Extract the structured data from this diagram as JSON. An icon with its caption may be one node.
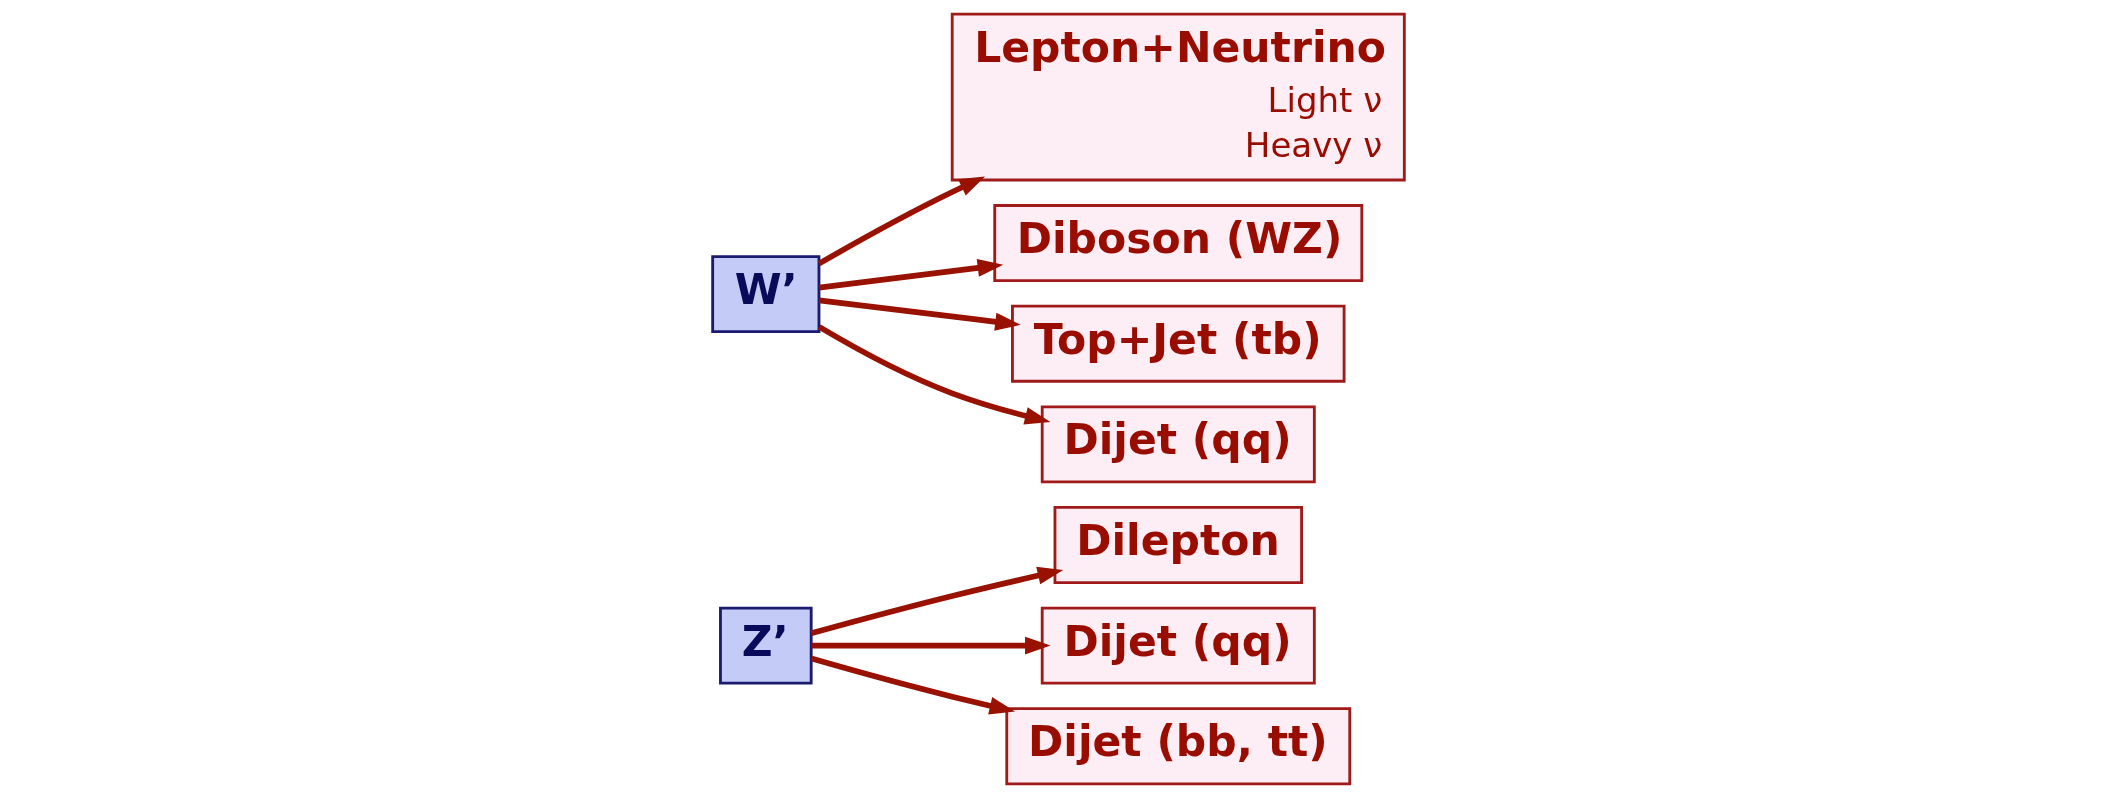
{
  "diagram": {
    "nodes": [
      {
        "text": [
          "Z’"
        ]
      },
      {
        "text": [
          "Dilepton"
        ]
      },
      {
        "text": [
          "Dijet (qq)"
        ]
      },
      {
        "text": [
          "Dijet (bb, tt)"
        ]
      },
      {
        "text": [
          "W’"
        ]
      },
      {
        "text": [
          "Lepton+Neutrino",
          "Light ν",
          "Heavy ν"
        ]
      },
      {
        "text": [
          "Diboson (WZ)"
        ]
      },
      {
        "text": [
          "Top+Jet (tb)"
        ]
      },
      {
        "text": [
          "Dijet (qq)"
        ]
      }
    ],
    "edges": [
      {
        "from": 0,
        "to": 1,
        "arrow": "to"
      },
      {
        "from": 0,
        "to": 2,
        "arrow": "to"
      },
      {
        "from": 0,
        "to": 3,
        "arrow": "to"
      },
      {
        "from": 4,
        "to": 5,
        "arrow": "to"
      },
      {
        "from": 4,
        "to": 6,
        "arrow": "to"
      },
      {
        "from": 4,
        "to": 7,
        "arrow": "to"
      },
      {
        "from": 4,
        "to": 8,
        "arrow": "to"
      }
    ]
  }
}
